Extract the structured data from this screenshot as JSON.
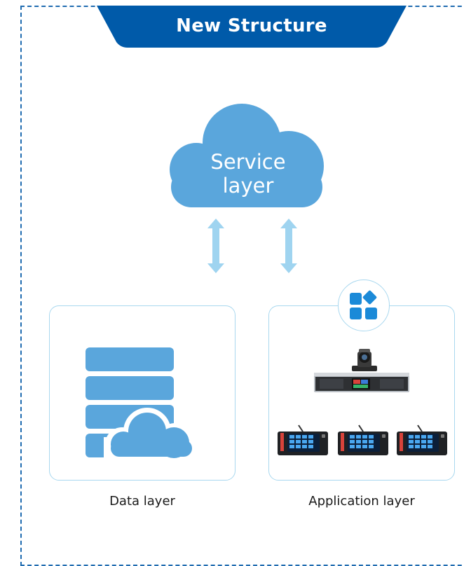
{
  "title": "New Structure",
  "service_layer": {
    "line1": "Service",
    "line2": "layer"
  },
  "data_layer": {
    "label": "Data layer"
  },
  "application_layer": {
    "label": "Application layer"
  },
  "colors": {
    "title_bg": "#005aa9",
    "frame_border": "#1f6bb0",
    "cloud": "#5aa6dc",
    "arrow": "#9fd4f0",
    "panel_border": "#a9d8ef",
    "db_blue": "#5aa6dc",
    "app_icon_blue": "#1b8ad8"
  },
  "icons": [
    "cloud-icon",
    "database-icon",
    "cloud-overlay-icon",
    "app-grid-icon",
    "ptz-camera-icon",
    "conference-host-icon",
    "delegate-unit-icon"
  ]
}
